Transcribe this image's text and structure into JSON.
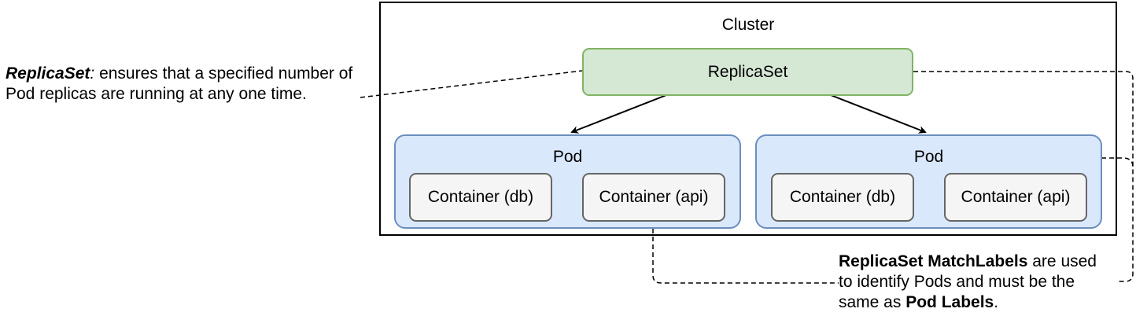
{
  "cluster": {
    "label": "Cluster"
  },
  "replicaset": {
    "label": "ReplicaSet"
  },
  "pods": [
    {
      "label": "Pod",
      "containers": [
        "Container (db)",
        "Container (api)"
      ]
    },
    {
      "label": "Pod",
      "containers": [
        "Container (db)",
        "Container (api)"
      ]
    }
  ],
  "notes": {
    "replicaset": {
      "term": "ReplicaSet",
      "colon": ":",
      "text": " ensures that a specified number of Pod replicas are running at any one time."
    },
    "matchlabels": {
      "term": "ReplicaSet MatchLabels",
      "text1": " are used to identify Pods and must be the same as ",
      "term2": "Pod Labels",
      "end": "."
    }
  },
  "colors": {
    "replicaset_fill": "#d5e8d4",
    "replicaset_stroke": "#82b366",
    "pod_fill": "#dae8fc",
    "pod_stroke": "#6c8ebf",
    "container_fill": "#f5f5f5",
    "container_stroke": "#666666"
  }
}
